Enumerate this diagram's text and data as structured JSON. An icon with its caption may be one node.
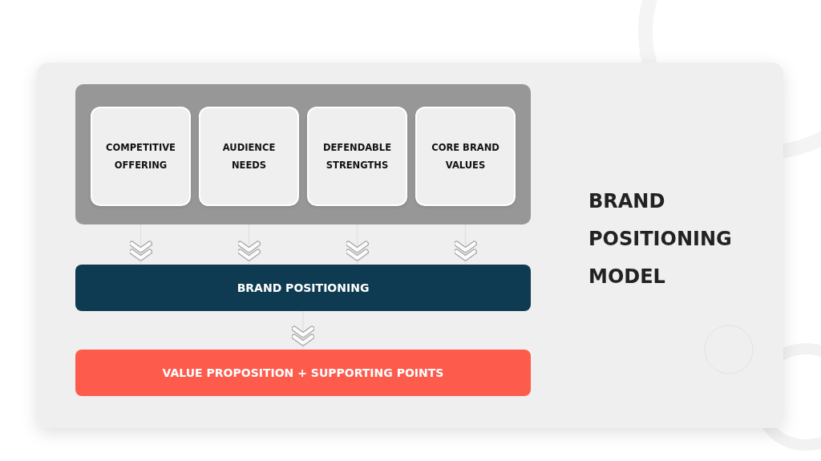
{
  "diagram": {
    "title": "BRAND POSITIONING MODEL",
    "nodes": [
      {
        "text": [],
        "shape": "box"
      },
      {
        "text": [
          "COMPETITIVE OFFERING"
        ],
        "in": 0
      },
      {
        "text": [
          "AUDIENCE NEEDS"
        ],
        "in": 0
      },
      {
        "text": [
          "DEFENDABLE STRENGTHS"
        ],
        "in": 0
      },
      {
        "text": [
          "CORE BRAND VALUES"
        ],
        "in": 0
      },
      {
        "text": [
          "BRAND POSITIONING"
        ]
      },
      {
        "text": [
          "VALUE PROPOSITION + SUPPORTING POINTS"
        ]
      }
    ],
    "edges": [
      {
        "from": 1,
        "to": 5,
        "arrow": "to"
      },
      {
        "from": 2,
        "to": 5,
        "arrow": "to"
      },
      {
        "from": 3,
        "to": 5,
        "arrow": "to"
      },
      {
        "from": 4,
        "to": 5,
        "arrow": "to"
      },
      {
        "from": 5,
        "to": 6,
        "arrow": "to"
      }
    ]
  }
}
